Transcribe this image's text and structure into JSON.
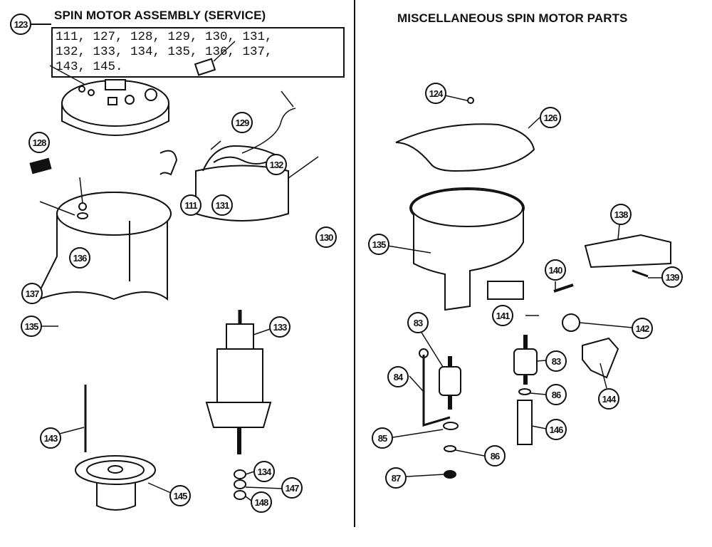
{
  "left_panel": {
    "title": "SPIN MOTOR ASSEMBLY (SERVICE)",
    "assembly_callout": "123",
    "parts_list_lines": [
      "111, 127, 128, 129, 130, 131,",
      "132, 133, 134, 135, 136, 137,",
      "143, 145."
    ],
    "callouts": [
      "128",
      "129",
      "132",
      "111",
      "131",
      "130",
      "136",
      "137",
      "135",
      "133",
      "143",
      "145",
      "134",
      "147",
      "148"
    ]
  },
  "right_panel": {
    "title": "MISCELLANEOUS SPIN MOTOR PARTS",
    "callouts": [
      "124",
      "126",
      "138",
      "135",
      "139",
      "140",
      "141",
      "142",
      "83",
      "84",
      "83",
      "86",
      "144",
      "85",
      "146",
      "86",
      "87"
    ]
  }
}
